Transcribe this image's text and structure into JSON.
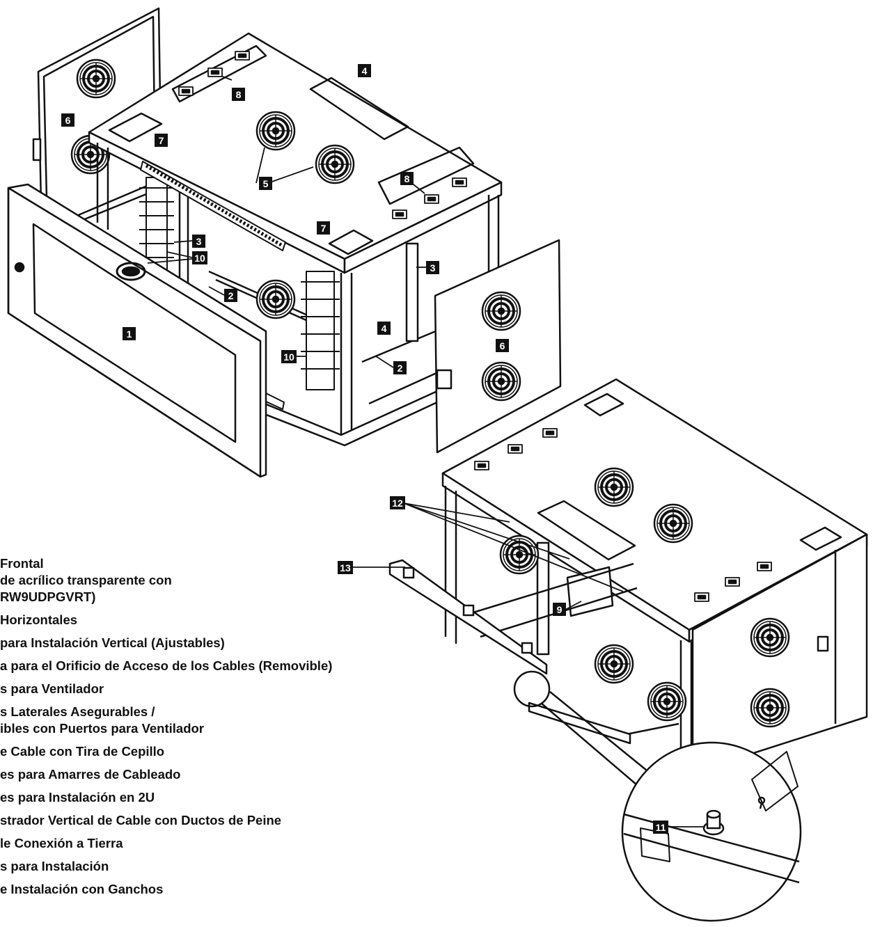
{
  "callouts": {
    "c1": "1",
    "c2": "2",
    "c3": "3",
    "c4": "4",
    "c5": "5",
    "c6": "6",
    "c7": "7",
    "c8": "8",
    "c9": "9",
    "c10": "10",
    "c11": "11",
    "c12": "12",
    "c13": "13"
  },
  "legend": [
    "Frontal",
    "de acrílico transparente con",
    "RW9UDPGVRT)",
    "Horizontales",
    "para Instalación Vertical (Ajustables)",
    "a para el Orificio de Acceso de los Cables (Removible)",
    "s para Ventilador",
    "s Laterales Asegurables /",
    "ibles con Puertos para Ventilador",
    "e Cable con Tira de Cepillo",
    "es para Amarres de Cableado",
    "es para Instalación en 2U",
    "strador Vertical de Cable con Ductos de Peine",
    "le Conexión a Tierra",
    "s para Instalación",
    "e Instalación con Ganchos"
  ]
}
